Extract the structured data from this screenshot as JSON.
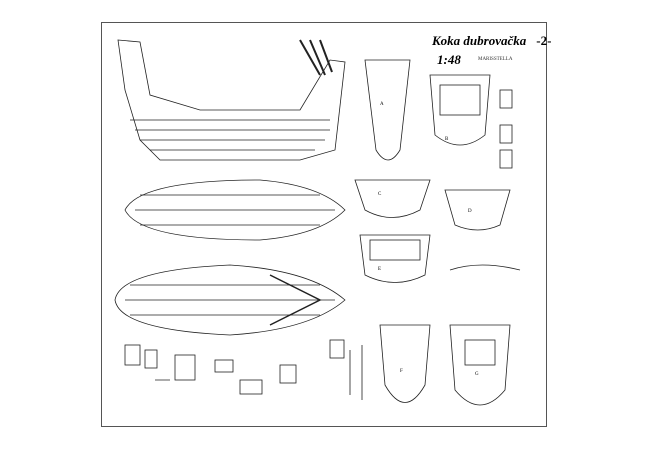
{
  "title": "Koka dubrovačka",
  "sheet_number": "-2-",
  "scale": "1:48",
  "brand": "MARISSTELLA",
  "view_labels": [
    "A",
    "B",
    "C",
    "D",
    "E",
    "F",
    "G"
  ]
}
